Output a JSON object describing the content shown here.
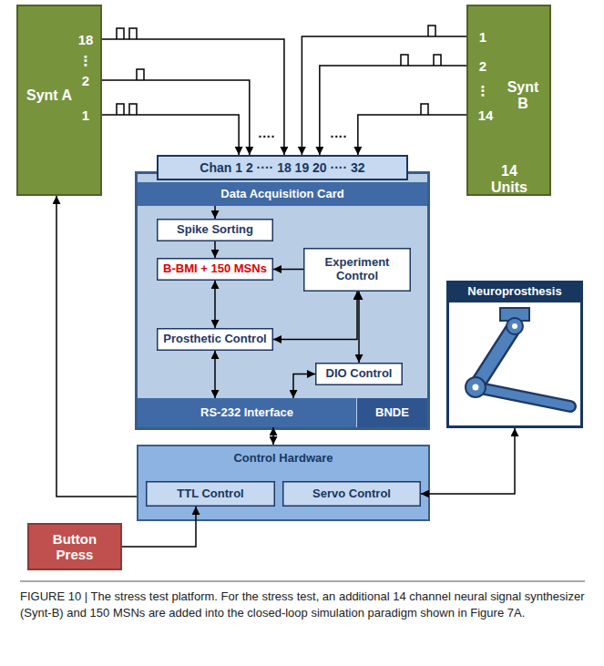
{
  "diagram": {
    "caption": "FIGURE 10 | The stress test platform. For the stress test, an additional 14 channel neural signal synthesizer (Synt-B) and 150 MSNs are added into the closed-loop simulation paradigm shown in Figure 7A.",
    "nodes": [
      {
        "text": [
          "Synt A"
        ]
      },
      {
        "text": [
          "Synt B",
          "14 Units"
        ]
      },
      {
        "text": [
          "Chan 1 2 ···· 18 19 20 ···· 32"
        ]
      },
      {
        "text": [
          "BNDE"
        ]
      },
      {
        "text": [
          "Data Acquisition Card"
        ],
        "in": 3
      },
      {
        "text": [
          "Spike Sorting"
        ],
        "in": 3
      },
      {
        "text": [
          "B-BMI + 150 MSNs"
        ],
        "in": 3
      },
      {
        "text": [
          "Experiment Control"
        ],
        "in": 3
      },
      {
        "text": [
          "Prosthetic Control"
        ],
        "in": 3
      },
      {
        "text": [
          "DIO Control"
        ],
        "in": 3
      },
      {
        "text": [
          "RS-232 Interface"
        ],
        "in": 3
      },
      {
        "text": [
          "Neuroprosthesis"
        ]
      },
      {
        "text": [
          "Control Hardware"
        ]
      },
      {
        "text": [
          "TTL Control"
        ],
        "in": 12
      },
      {
        "text": [
          "Servo Control"
        ],
        "in": 12
      },
      {
        "text": [
          "Button Press"
        ]
      }
    ],
    "edges": [
      {
        "from": 0,
        "to": 2,
        "arrow": "to"
      },
      {
        "from": 0,
        "to": 2,
        "arrow": "to"
      },
      {
        "from": 0,
        "to": 2,
        "arrow": "to"
      },
      {
        "from": 1,
        "to": 2,
        "arrow": "to"
      },
      {
        "from": 1,
        "to": 2,
        "arrow": "to"
      },
      {
        "from": 1,
        "to": 2,
        "arrow": "to"
      },
      {
        "from": 4,
        "to": 5,
        "arrow": "to"
      },
      {
        "from": 5,
        "to": 6,
        "arrow": "to"
      },
      {
        "from": 6,
        "to": 8,
        "arrow": "both"
      },
      {
        "from": 7,
        "to": 6,
        "arrow": "to"
      },
      {
        "from": 8,
        "to": 7,
        "arrow": "both"
      },
      {
        "from": 7,
        "to": 9,
        "arrow": "both"
      },
      {
        "from": 9,
        "to": 10,
        "arrow": "both"
      },
      {
        "from": 8,
        "to": 10,
        "arrow": "both"
      },
      {
        "from": 10,
        "to": 12,
        "arrow": "both"
      },
      {
        "from": 12,
        "to": 0,
        "arrow": "to"
      },
      {
        "from": 15,
        "to": 13,
        "arrow": "to"
      },
      {
        "from": 14,
        "to": 11,
        "arrow": "both"
      }
    ],
    "labels": [
      "18",
      "⋮",
      "2",
      "1",
      "1",
      "2",
      "⋮",
      "14",
      "····",
      "····"
    ]
  }
}
